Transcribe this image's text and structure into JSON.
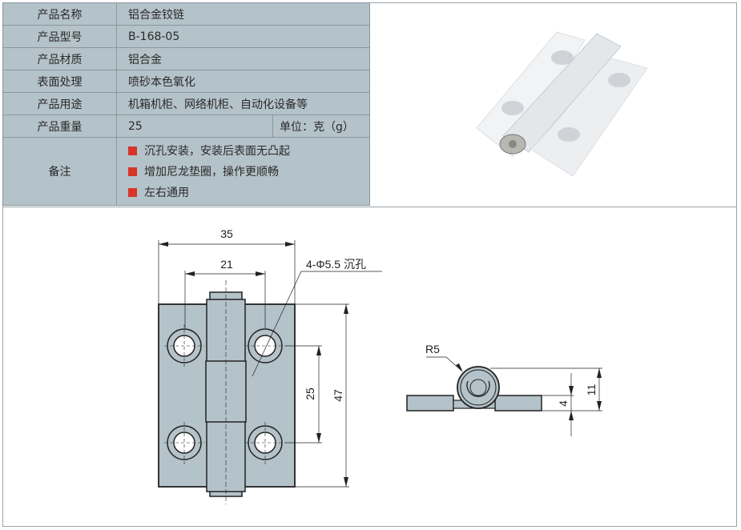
{
  "spec_table": {
    "rows": [
      {
        "label": "产品名称",
        "value": "铝合金铰链"
      },
      {
        "label": "产品型号",
        "value": "B-168-05"
      },
      {
        "label": "产品材质",
        "value": "铝合金"
      },
      {
        "label": "表面处理",
        "value": "喷砂本色氧化"
      },
      {
        "label": "产品用途",
        "value": "机箱机柜、网络机柜、自动化设备等"
      },
      {
        "label": "产品重量",
        "value": "25",
        "unit": "单位：克（g）"
      }
    ],
    "notes_label": "备注",
    "notes": [
      "沉孔安装，安装后表面无凸起",
      "增加尼龙垫圈，操作更顺畅",
      "左右通用"
    ],
    "bullet_color": "#d8342a"
  },
  "drawing": {
    "front": {
      "width": "35",
      "hole_spacing_x": "21",
      "hole_spec": "4-Φ5.5 沉孔",
      "hole_spacing_y": "25",
      "height": "47"
    },
    "side": {
      "radius": "R5",
      "plate_thickness": "4",
      "total_height": "11"
    }
  }
}
